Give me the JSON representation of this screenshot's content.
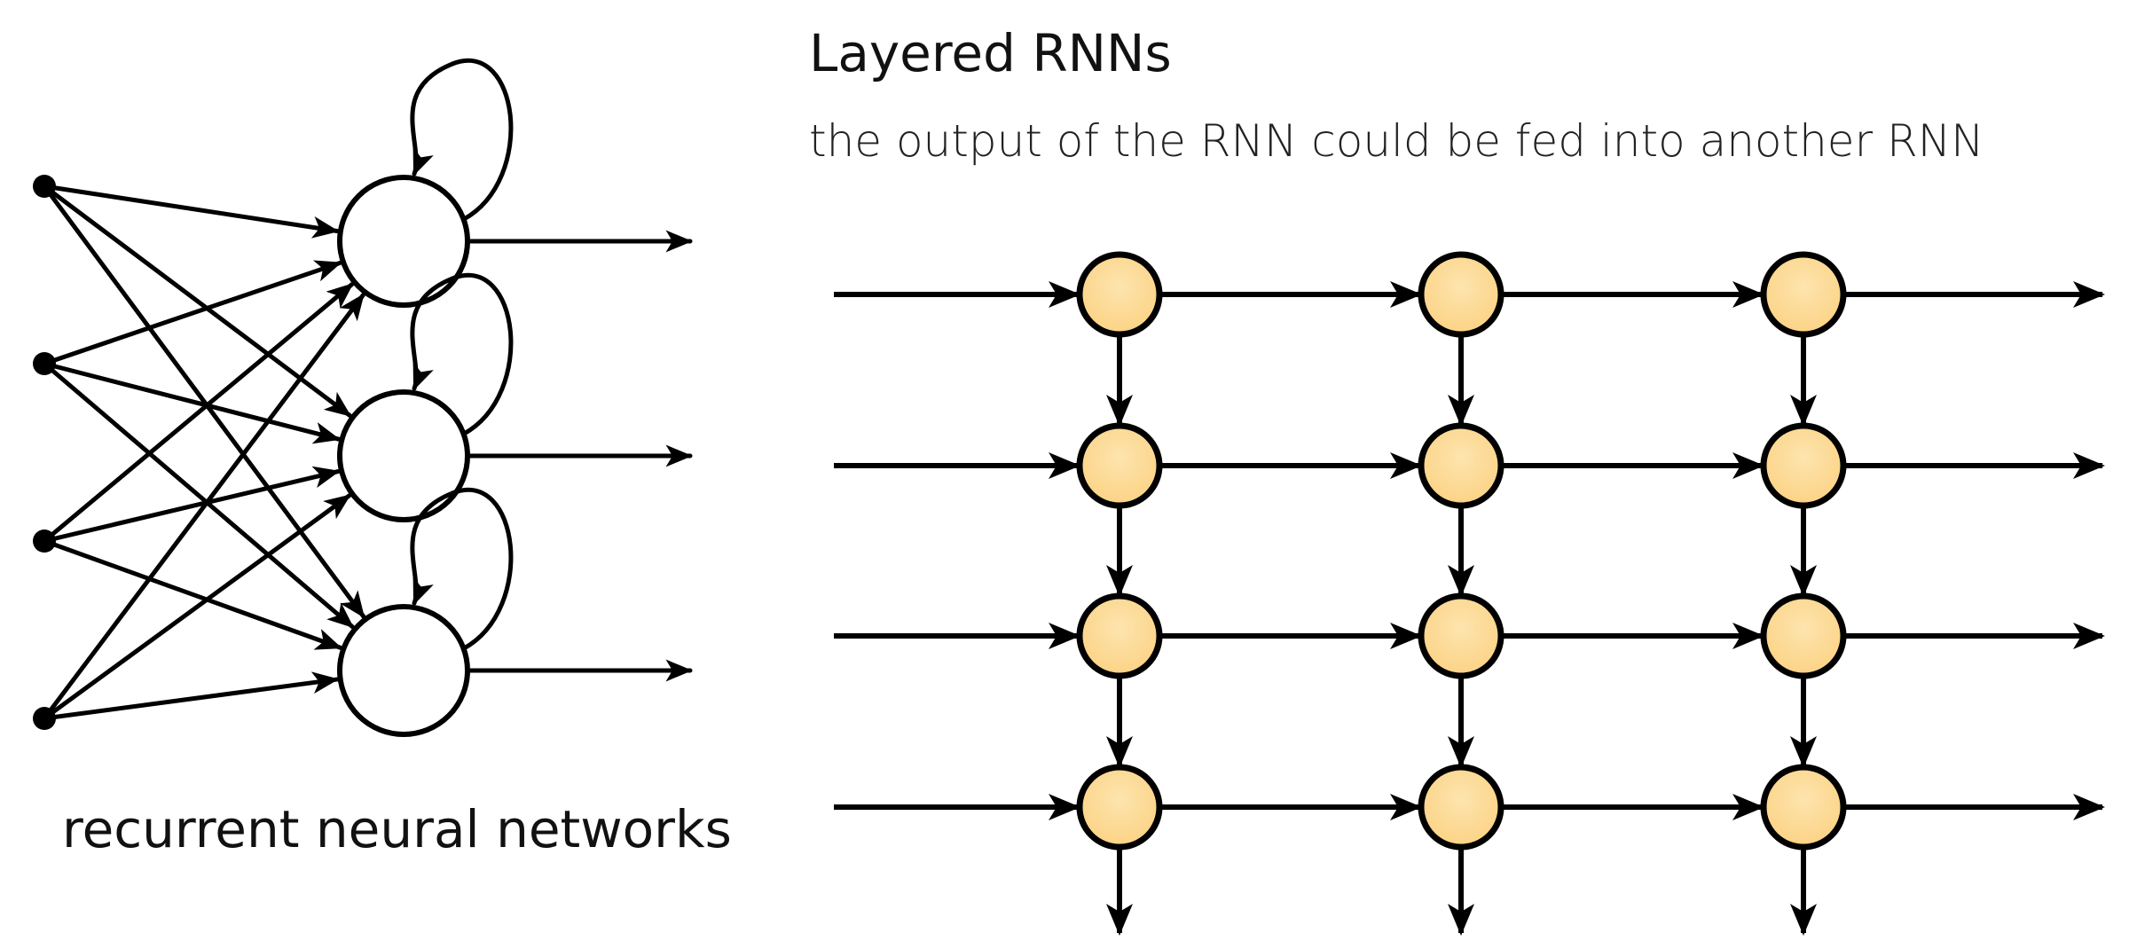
{
  "left_panel": {
    "caption": "recurrent neural networks",
    "input_count": 4,
    "neuron_count": 3
  },
  "right_panel": {
    "title": "Layered RNNs",
    "subtitle": "the output of the RNN could be fed into another RNN",
    "layers": 4,
    "time_steps": 3
  },
  "colors": {
    "node_fill": "#fcd385",
    "node_fill_light": "#fde4ae",
    "stroke": "#000000",
    "neuron_fill": "#ffffff"
  }
}
